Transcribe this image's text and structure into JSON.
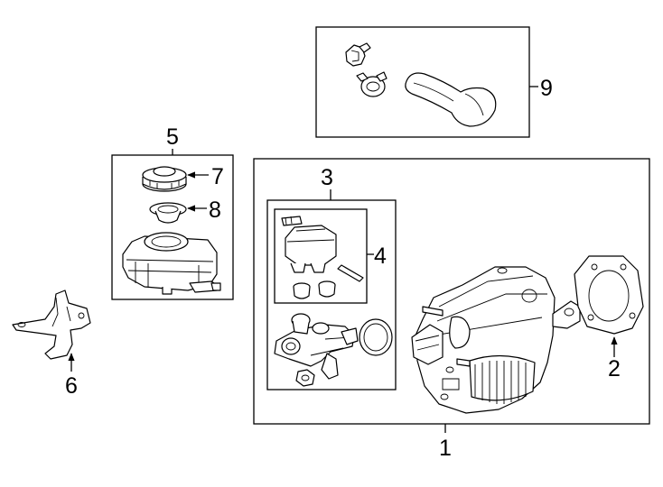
{
  "callouts": {
    "c1": "1",
    "c2": "2",
    "c3": "3",
    "c4": "4",
    "c5": "5",
    "c6": "6",
    "c7": "7",
    "c8": "8",
    "c9": "9"
  },
  "colors": {
    "line": "#000000",
    "background": "#ffffff"
  },
  "parts": [
    "brake-booster-assembly",
    "booster-gasket",
    "master-cylinder-assembly",
    "reservoir-assembly",
    "reservoir",
    "bracket",
    "reservoir-cap",
    "strainer",
    "hose-with-clamps"
  ]
}
